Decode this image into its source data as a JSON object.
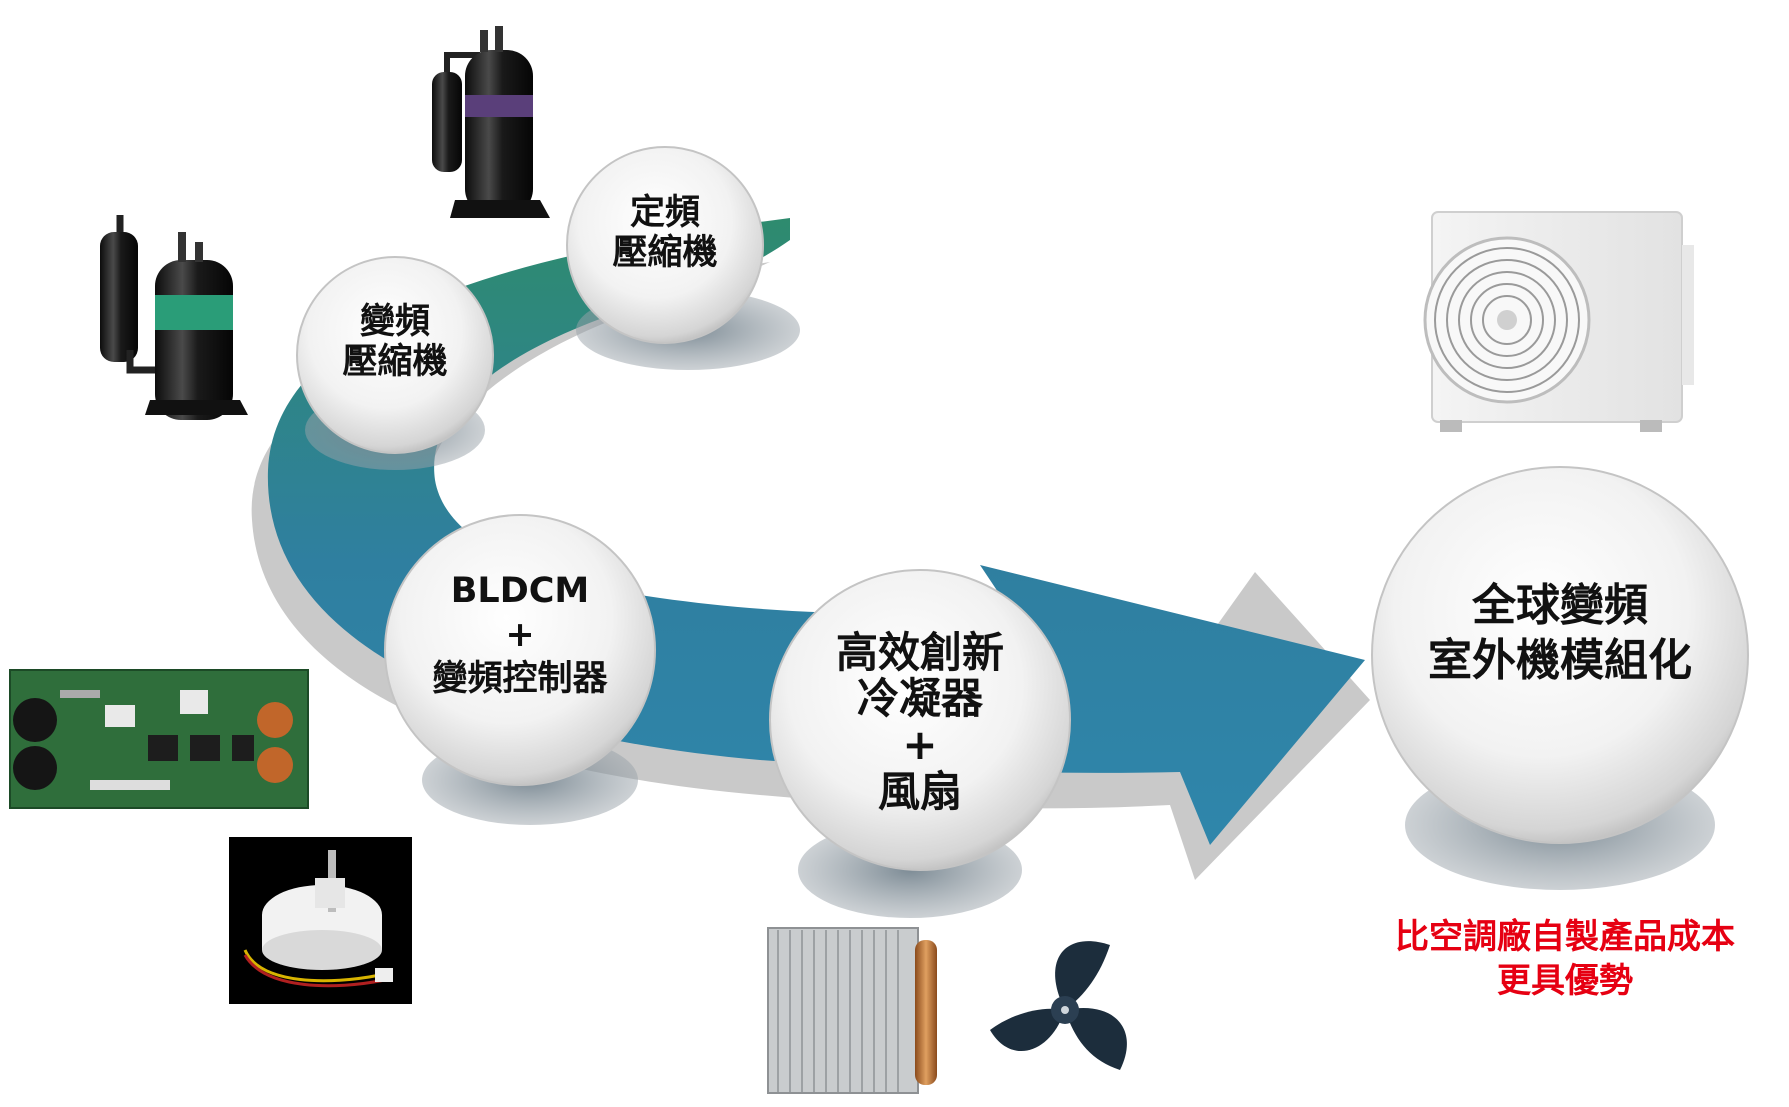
{
  "colors": {
    "arrow_top": "#2e8b6e",
    "arrow_bottom": "#2f86ab",
    "note_red": "#e60012"
  },
  "stages": {
    "fixed_compressor": [
      "定頻",
      "壓縮機"
    ],
    "inverter_compressor": [
      "變頻",
      "壓縮機"
    ],
    "bldcm": [
      "BLDCM",
      "+",
      "變頻控制器"
    ],
    "condenser": [
      "高效創新",
      "冷凝器",
      "+",
      "風扇"
    ],
    "goal": [
      "全球變頻",
      "室外機模組化"
    ]
  },
  "note": [
    "比空調廠自製產品成本",
    "更具優勢"
  ],
  "images": {
    "fixed_compressor": "compressor-image",
    "inverter_compressor": "compressor-image",
    "control_board": "circuit-board-image",
    "fan_motor": "fan-motor-image",
    "condenser": "condenser-image",
    "fan_blade": "fan-blade-image",
    "outdoor_unit": "outdoor-ac-unit-image"
  }
}
